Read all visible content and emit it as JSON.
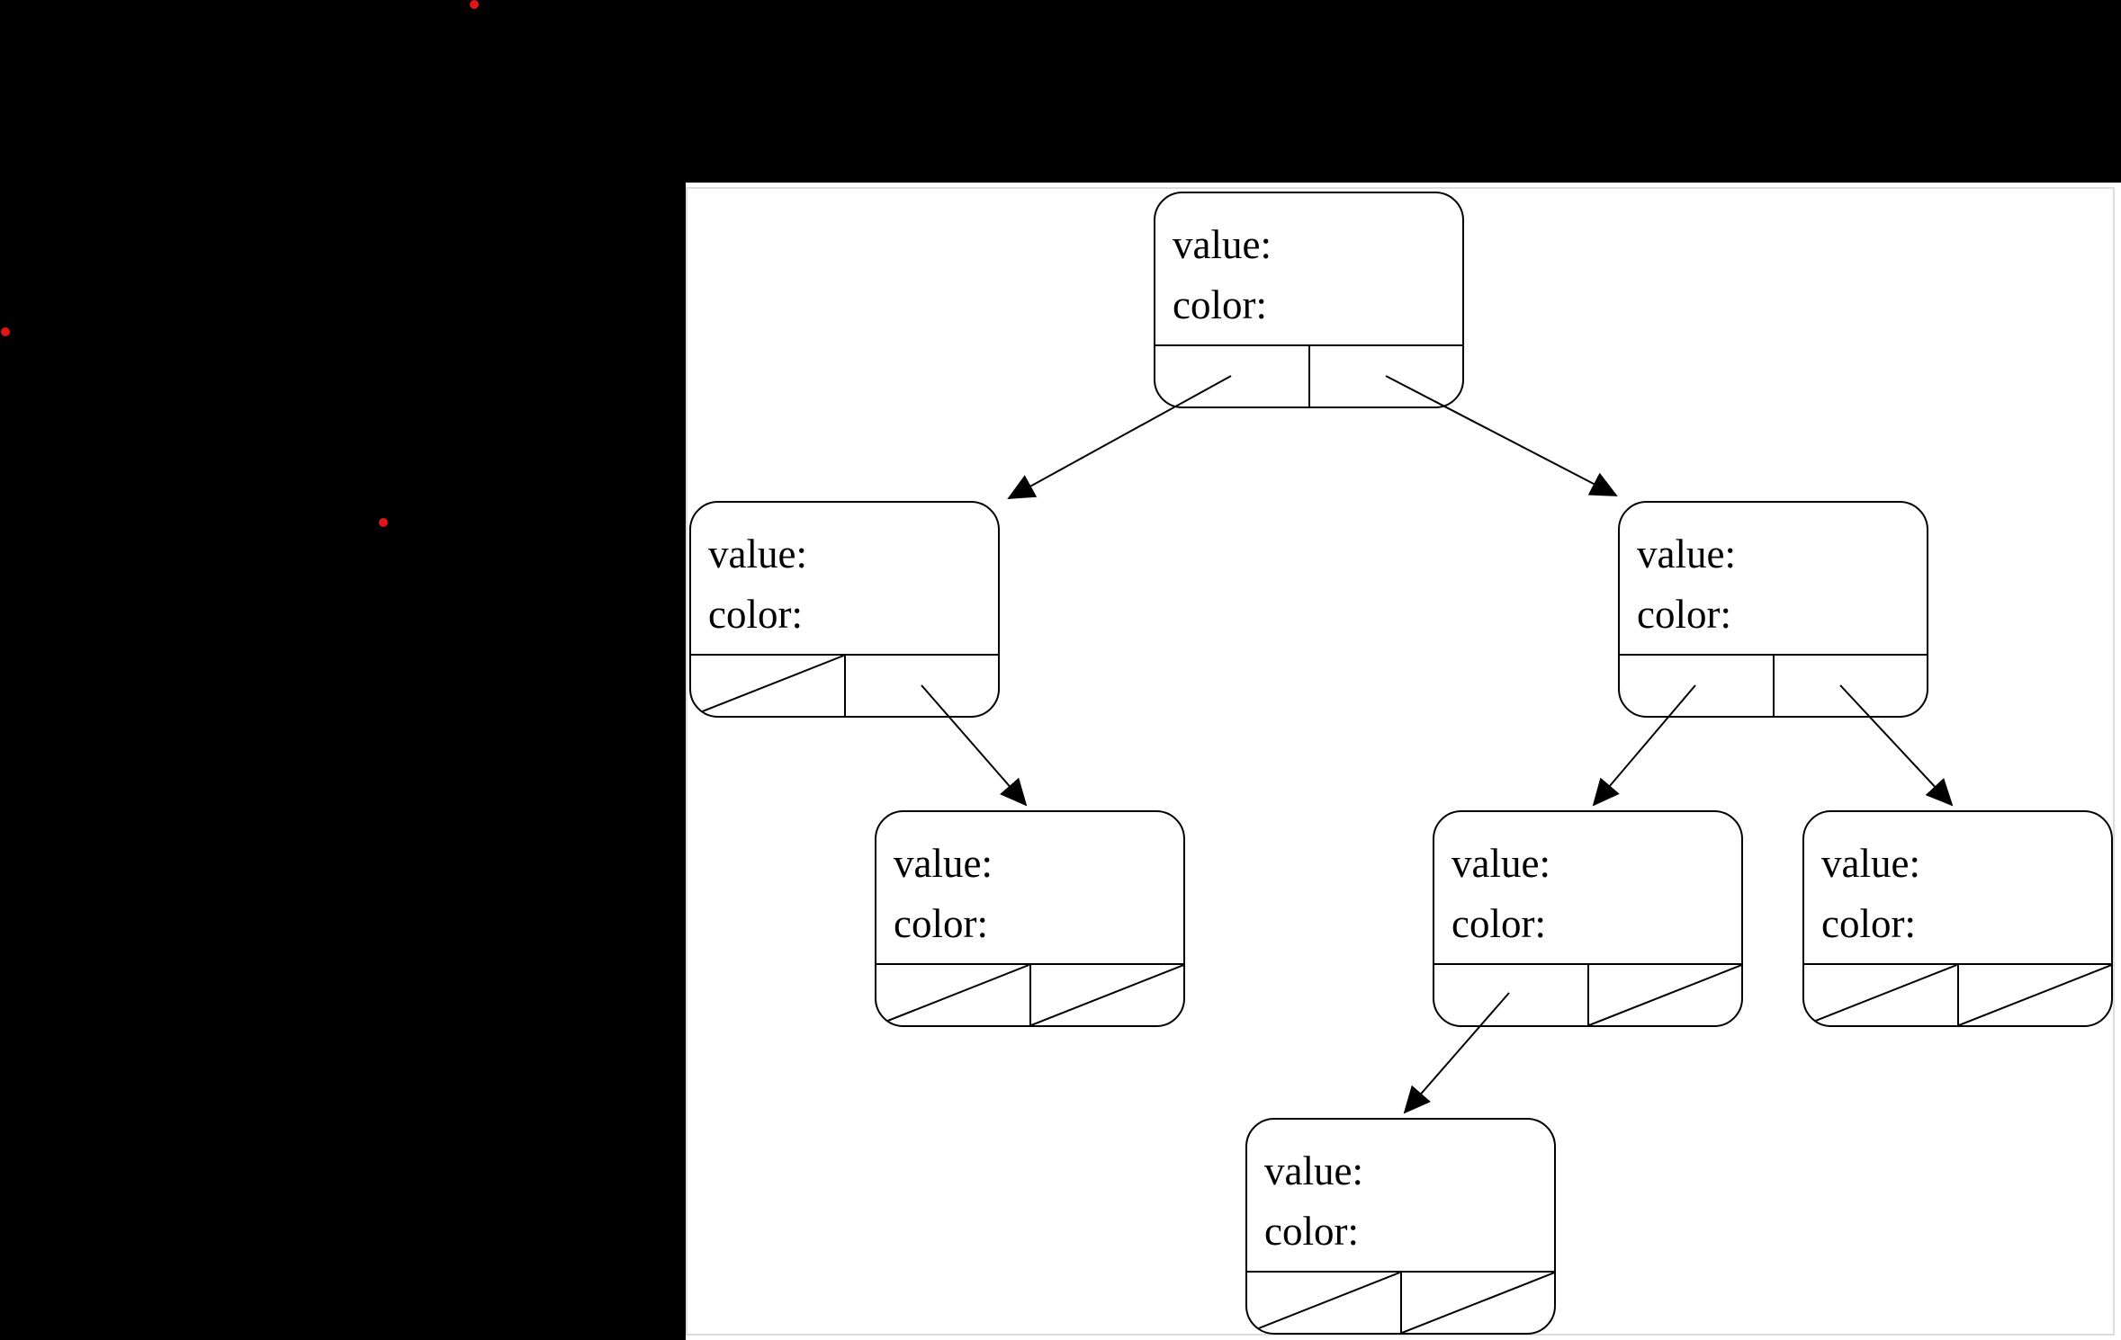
{
  "colors": {
    "screen_background": "#000000",
    "panel_background": "#ffffff",
    "panel_border": "#dcdcdc",
    "diagram_line": "#000000",
    "node_text": "#000000",
    "red_dot": "#e0151a"
  },
  "markers": {
    "red_dot_count": 3
  },
  "tree": {
    "type": "binary-tree-diagram",
    "node_count": 7,
    "nodes": [
      {
        "id": "root",
        "value_label": "value:",
        "color_label": "color:",
        "left_pointer": "arrow-to-left-child",
        "right_pointer": "arrow-to-right-child"
      },
      {
        "id": "left-child",
        "value_label": "value:",
        "color_label": "color:",
        "left_pointer": "null-slash",
        "right_pointer": "arrow-to-child"
      },
      {
        "id": "right-child",
        "value_label": "value:",
        "color_label": "color:",
        "left_pointer": "arrow-to-child",
        "right_pointer": "arrow-to-child"
      },
      {
        "id": "left-right-grandchild",
        "value_label": "value:",
        "color_label": "color:",
        "left_pointer": "null-slash",
        "right_pointer": "null-slash"
      },
      {
        "id": "right-left-grandchild",
        "value_label": "value:",
        "color_label": "color:",
        "left_pointer": "arrow-to-child",
        "right_pointer": "null-slash"
      },
      {
        "id": "right-right-grandchild",
        "value_label": "value:",
        "color_label": "color:",
        "left_pointer": "null-slash",
        "right_pointer": "null-slash"
      },
      {
        "id": "great-grandchild",
        "value_label": "value:",
        "color_label": "color:",
        "left_pointer": "null-slash",
        "right_pointer": "null-slash"
      }
    ]
  }
}
